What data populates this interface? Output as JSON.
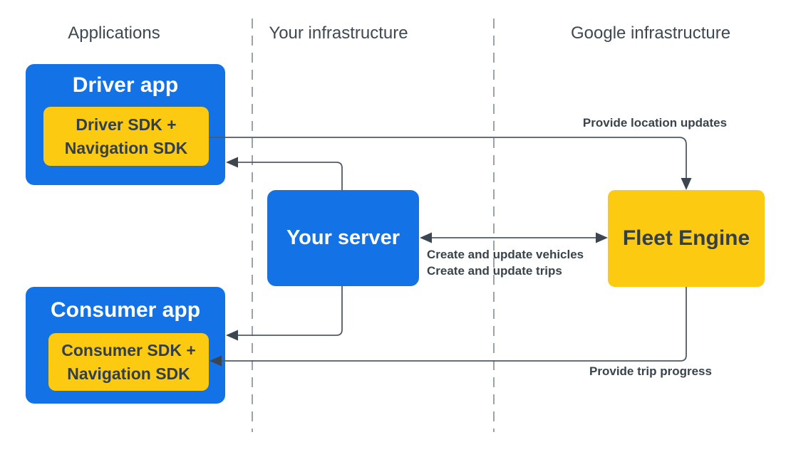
{
  "diagram": {
    "columns": [
      {
        "label": "Applications"
      },
      {
        "label": "Your infrastructure"
      },
      {
        "label": "Google infrastructure"
      }
    ],
    "nodes": {
      "driver_app": {
        "title": "Driver app",
        "sdk_line1": "Driver SDK +",
        "sdk_line2": "Navigation SDK"
      },
      "consumer_app": {
        "title": "Consumer app",
        "sdk_line1": "Consumer SDK +",
        "sdk_line2": "Navigation SDK"
      },
      "your_server": {
        "title": "Your server"
      },
      "fleet_engine": {
        "title": "Fleet Engine"
      }
    },
    "edges": {
      "location_updates": {
        "label": "Provide location updates",
        "from": "Driver SDK + Navigation SDK",
        "to": "Fleet Engine"
      },
      "create_update_vehicles": {
        "label": "Create and update vehicles",
        "from": "Your server",
        "to": "Fleet Engine",
        "direction": "bidirectional"
      },
      "create_update_trips": {
        "label": "Create and update trips",
        "from": "Your server",
        "to": "Fleet Engine",
        "direction": "bidirectional"
      },
      "trip_progress": {
        "label": "Provide trip progress",
        "from": "Fleet Engine",
        "to": "Consumer SDK + Navigation SDK"
      },
      "server_to_driver_app": {
        "label": "",
        "from": "Your server",
        "to": "Driver app"
      },
      "server_to_consumer_app": {
        "label": "",
        "from": "Your server",
        "to": "Consumer app"
      }
    },
    "colors": {
      "node_blue": "#1372e6",
      "node_yellow": "#fcca10",
      "wire": "#505a63",
      "divider": "#9aa2aa",
      "text_dark": "#333f48",
      "header_text": "#3e4852",
      "background": "#ffffff"
    }
  }
}
